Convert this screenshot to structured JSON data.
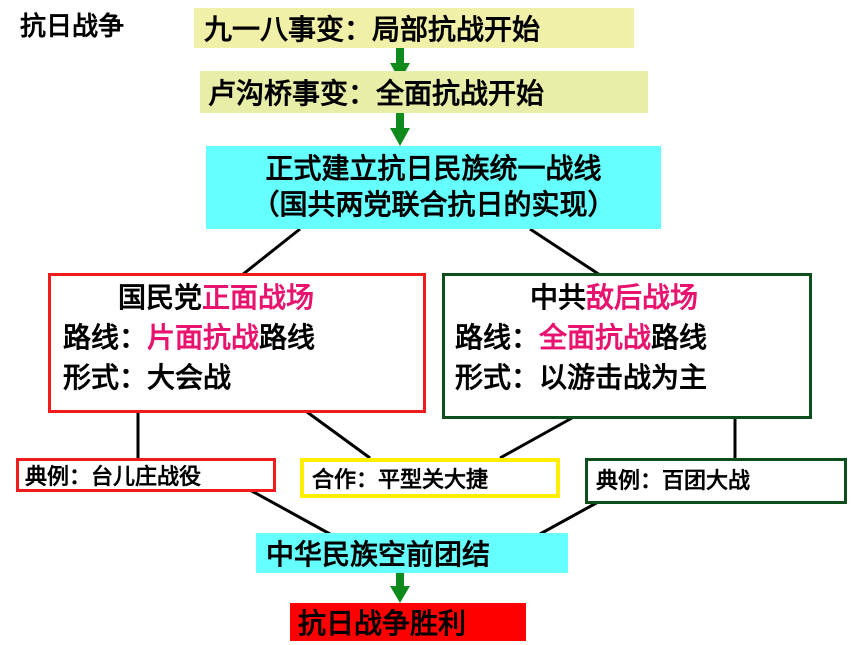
{
  "title": "抗日战争",
  "steps": {
    "start_local": "九一八事变：局部抗战开始",
    "start_full": "卢沟桥事变：全面抗战开始",
    "united_front_line1": "正式建立抗日民族统一战线",
    "united_front_line2": "（国共两党联合抗日的实现）",
    "unity": "中华民族空前团结",
    "victory": "抗日战争胜利"
  },
  "kmt": {
    "heading_prefix": "国民党",
    "heading_highlight": "正面战场",
    "route_label": "路线：",
    "route_highlight": "片面抗战",
    "route_suffix": "路线",
    "form_label": "形式：",
    "form_value": "大会战",
    "example": "典例：台儿庄战役"
  },
  "ccp": {
    "heading_prefix": "中共",
    "heading_highlight": "敌后战场",
    "route_label": "路线：",
    "route_highlight": "全面抗战",
    "route_suffix": "路线",
    "form_label": "形式：",
    "form_value": "以游击战为主",
    "example": "典例：百团大战"
  },
  "cooperation": "合作：平型关大捷",
  "colors": {
    "step_fill": "#f0f0a8",
    "united_front_fill": "#66ffff",
    "unity_fill": "#66ffff",
    "victory_fill": "#ff0000",
    "arrow": "#0f8a1c",
    "kmt_border": "#ee1c1c",
    "ccp_border": "#0e4d1c",
    "cooperation_border": "#ffee00",
    "highlight_text": "#e8136e"
  }
}
